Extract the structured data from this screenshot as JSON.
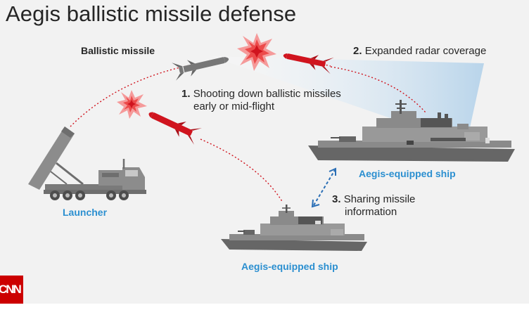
{
  "title": "Aegis ballistic missile defense",
  "labels": {
    "ballistic_missile": "Ballistic missile",
    "launcher": "Launcher",
    "ship_top": "Aegis-equipped ship",
    "ship_bottom": "Aegis-equipped ship"
  },
  "steps": [
    {
      "num": "1.",
      "line1": "Shooting down ballistic missiles",
      "line2": "early or mid-flight"
    },
    {
      "num": "2.",
      "line1": "Expanded radar coverage"
    },
    {
      "num": "3.",
      "line1": "Sharing missile",
      "line2": "information"
    }
  ],
  "logo": "CNN",
  "colors": {
    "background": "#f2f2f2",
    "text": "#262626",
    "accent_blue": "#2b8fd0",
    "interceptor_red": "#d0141e",
    "explosion": "#f05a5a",
    "trajectory": "#d0141e",
    "radar_beam": "#b6d3ea",
    "hardware_gray": "#808080",
    "cnn_red": "#cc0000"
  }
}
